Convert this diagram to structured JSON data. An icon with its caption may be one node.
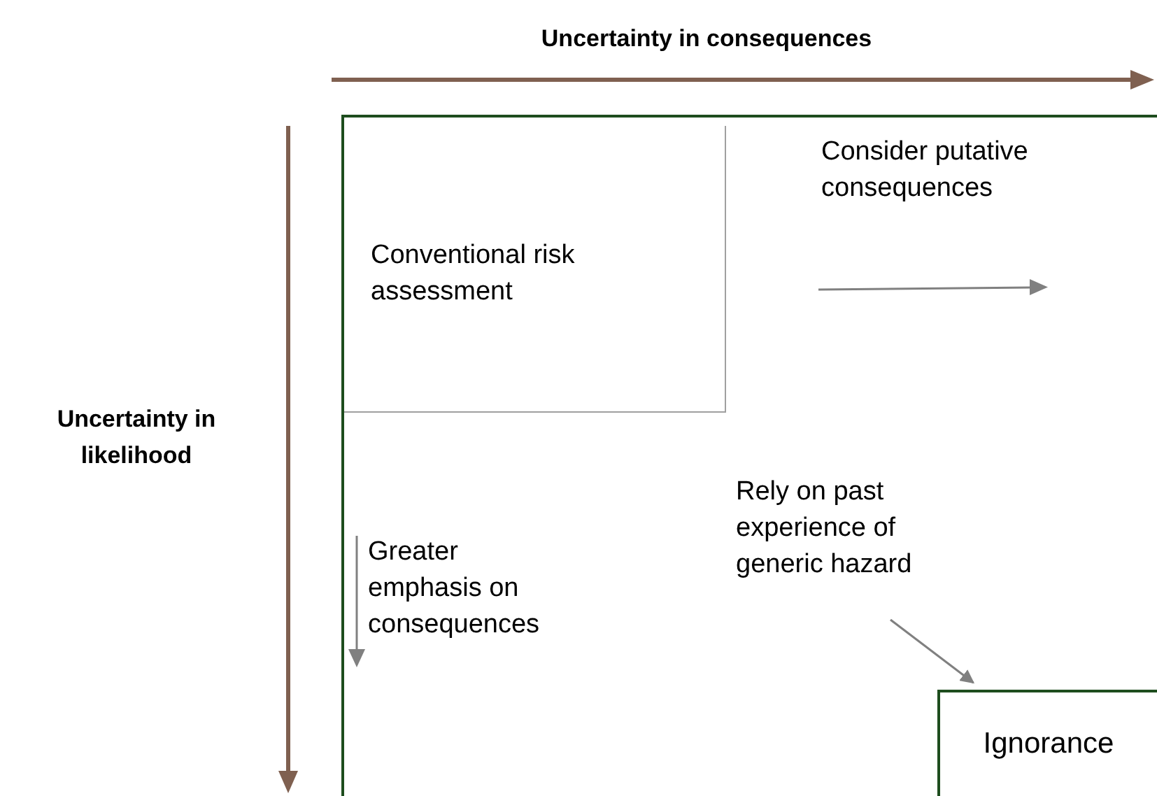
{
  "diagram": {
    "nodes": [
      {
        "text": [],
        "shape": "box"
      },
      {
        "text": [
          "Conventional risk assessment"
        ],
        "in": 0
      },
      {
        "text": [
          "Ignorance"
        ],
        "in": 0
      },
      {
        "text": [
          "Rely on past experience of generic hazard"
        ],
        "in": 0
      }
    ],
    "edges": [
      {
        "from": 3,
        "to": 2,
        "arrow": "to"
      }
    ],
    "labels": [
      "Uncertainty in consequences",
      "Uncertainty in likelihood",
      "Consider putative consequences",
      "Greater emphasis on consequences"
    ]
  }
}
